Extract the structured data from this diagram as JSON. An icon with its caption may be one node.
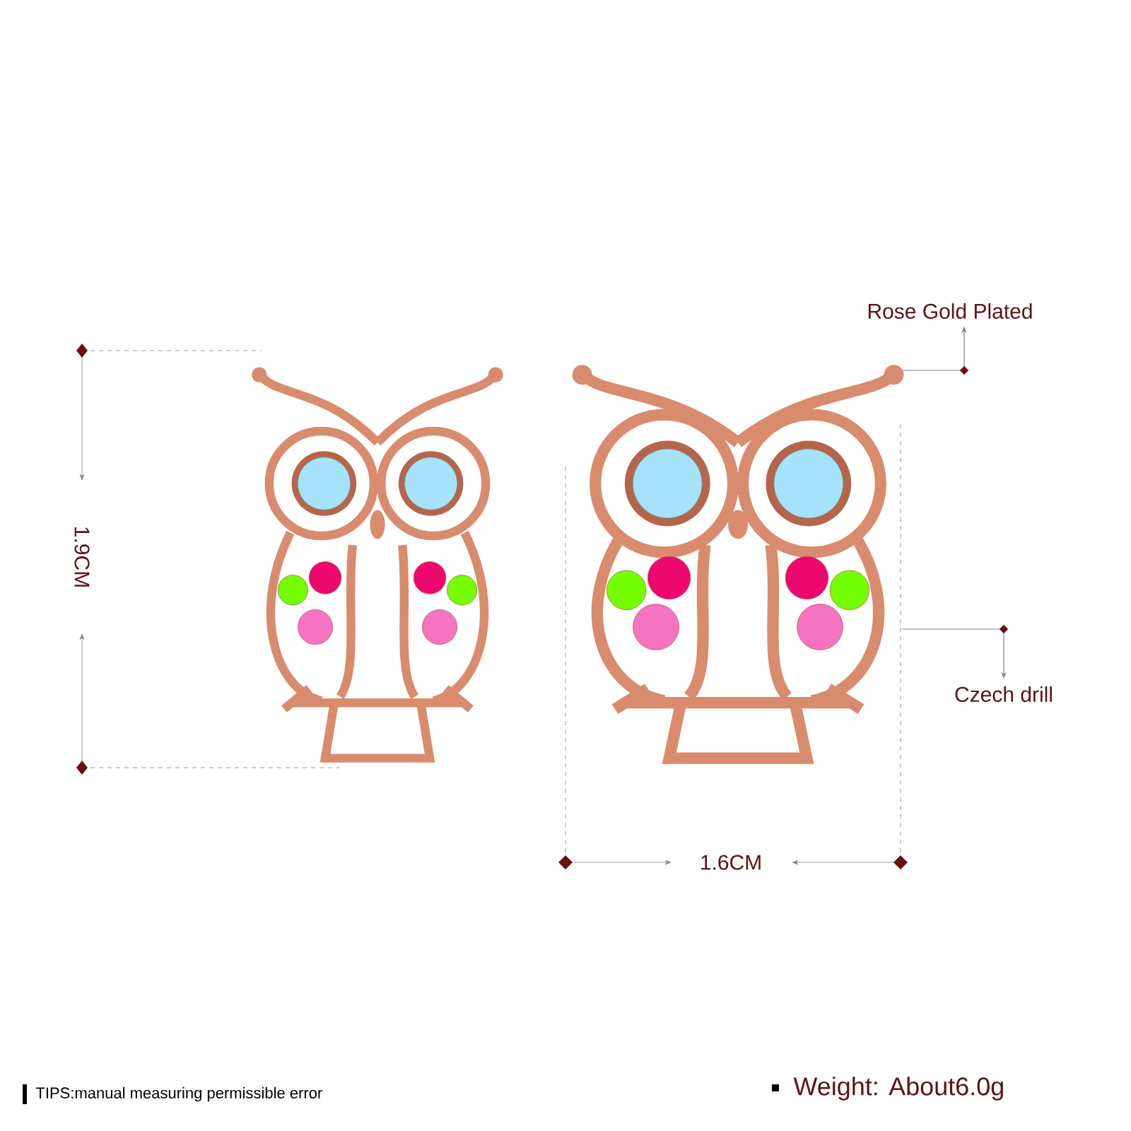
{
  "diagram": {
    "nodes": [
      {
        "text": [],
        "shape": "picture"
      },
      {
        "text": [],
        "shape": "picture"
      },
      {
        "text": [
          "Rose Gold Plated"
        ]
      },
      {
        "text": [
          "Czech drill"
        ]
      }
    ],
    "edges": [
      {
        "from": 1,
        "to": 2,
        "arrow": "to"
      },
      {
        "from": 1,
        "to": 3,
        "arrow": "to"
      }
    ],
    "labels": [
      "1.9CM",
      "1.6CM",
      "Weight: About6.0g",
      "TIPS:manual measuring permissible error"
    ]
  }
}
